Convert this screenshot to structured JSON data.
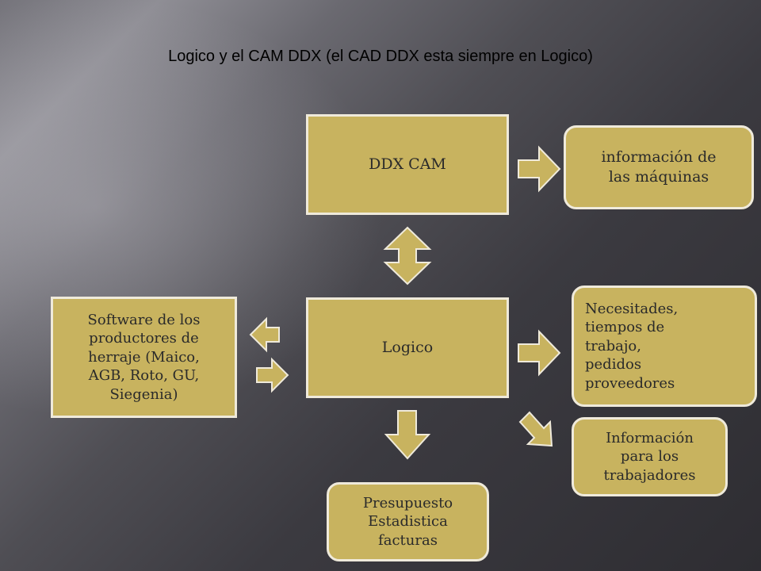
{
  "title": "Logico y el CAM  DDX (el CAD DDX esta siempre en Logico)",
  "nodes": {
    "ddx_cam": "DDX CAM",
    "logico": "Logico",
    "info_maquinas": "información de\nlas máquinas",
    "necesidades": "Necesitades,\ntiempos de\ntrabajo,\npedidos\nproveedores",
    "info_trabajadores": "Información\npara los\ntrabajadores",
    "presupuesto": "Presupuesto\nEstadistica\nfacturas",
    "software_herraje": "Software de los\nproductores de\nherraje (Maico,\nAGB, Roto, GU,\nSiegenia)"
  },
  "colors": {
    "box_fill": "#c8b35f",
    "box_border": "#efeadb",
    "text": "#2a2a2a"
  }
}
